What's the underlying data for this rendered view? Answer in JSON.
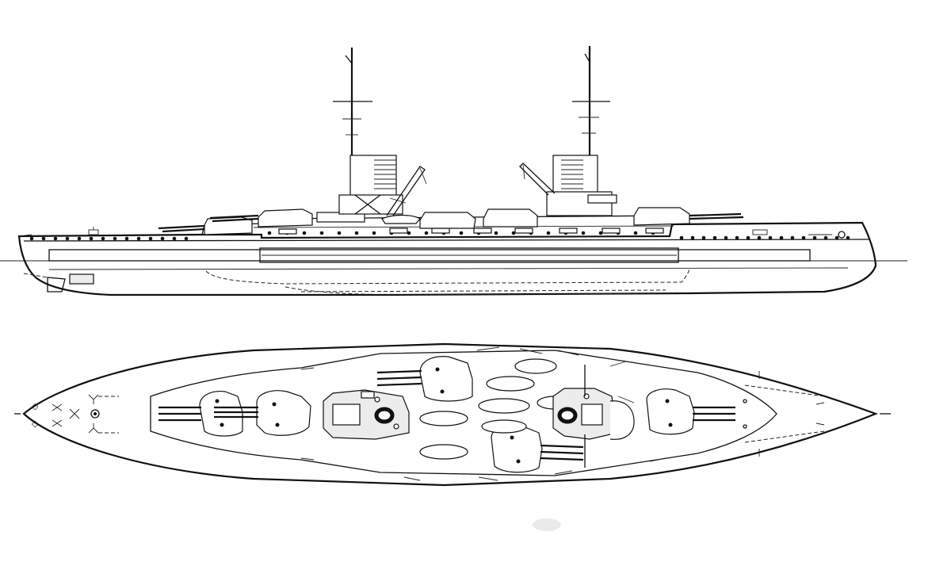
{
  "drawing": {
    "subject": "battleship-plan",
    "views": [
      {
        "id": "side-elevation"
      },
      {
        "id": "deck-plan"
      }
    ],
    "colors": {
      "ink": "#111111",
      "paper": "#ffffff",
      "shade": "#ececec"
    }
  }
}
